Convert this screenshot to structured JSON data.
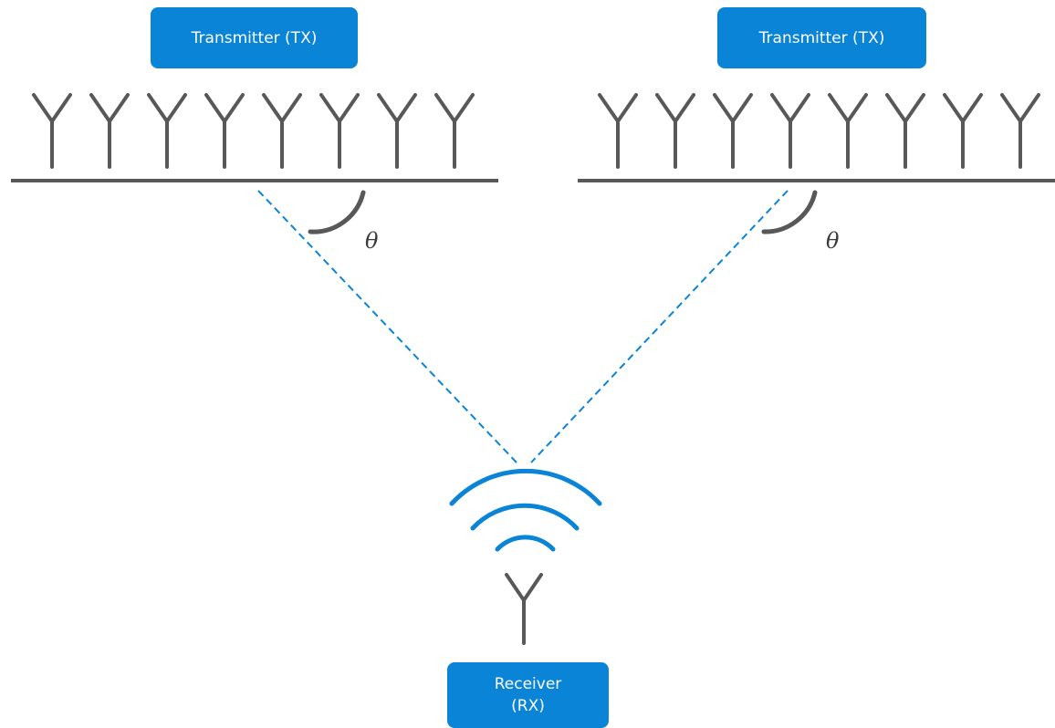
{
  "transmitters": [
    {
      "label": "Transmitter (TX)",
      "antenna_count": 8,
      "angle_symbol": "θ"
    },
    {
      "label": "Transmitter (TX)",
      "antenna_count": 8,
      "angle_symbol": "θ"
    }
  ],
  "receiver": {
    "label_line1": "Receiver",
    "label_line2": "(RX)"
  },
  "colors": {
    "accent_blue": "#0A84D6",
    "antenna_gray": "#585858",
    "box_text": "#ffffff"
  }
}
